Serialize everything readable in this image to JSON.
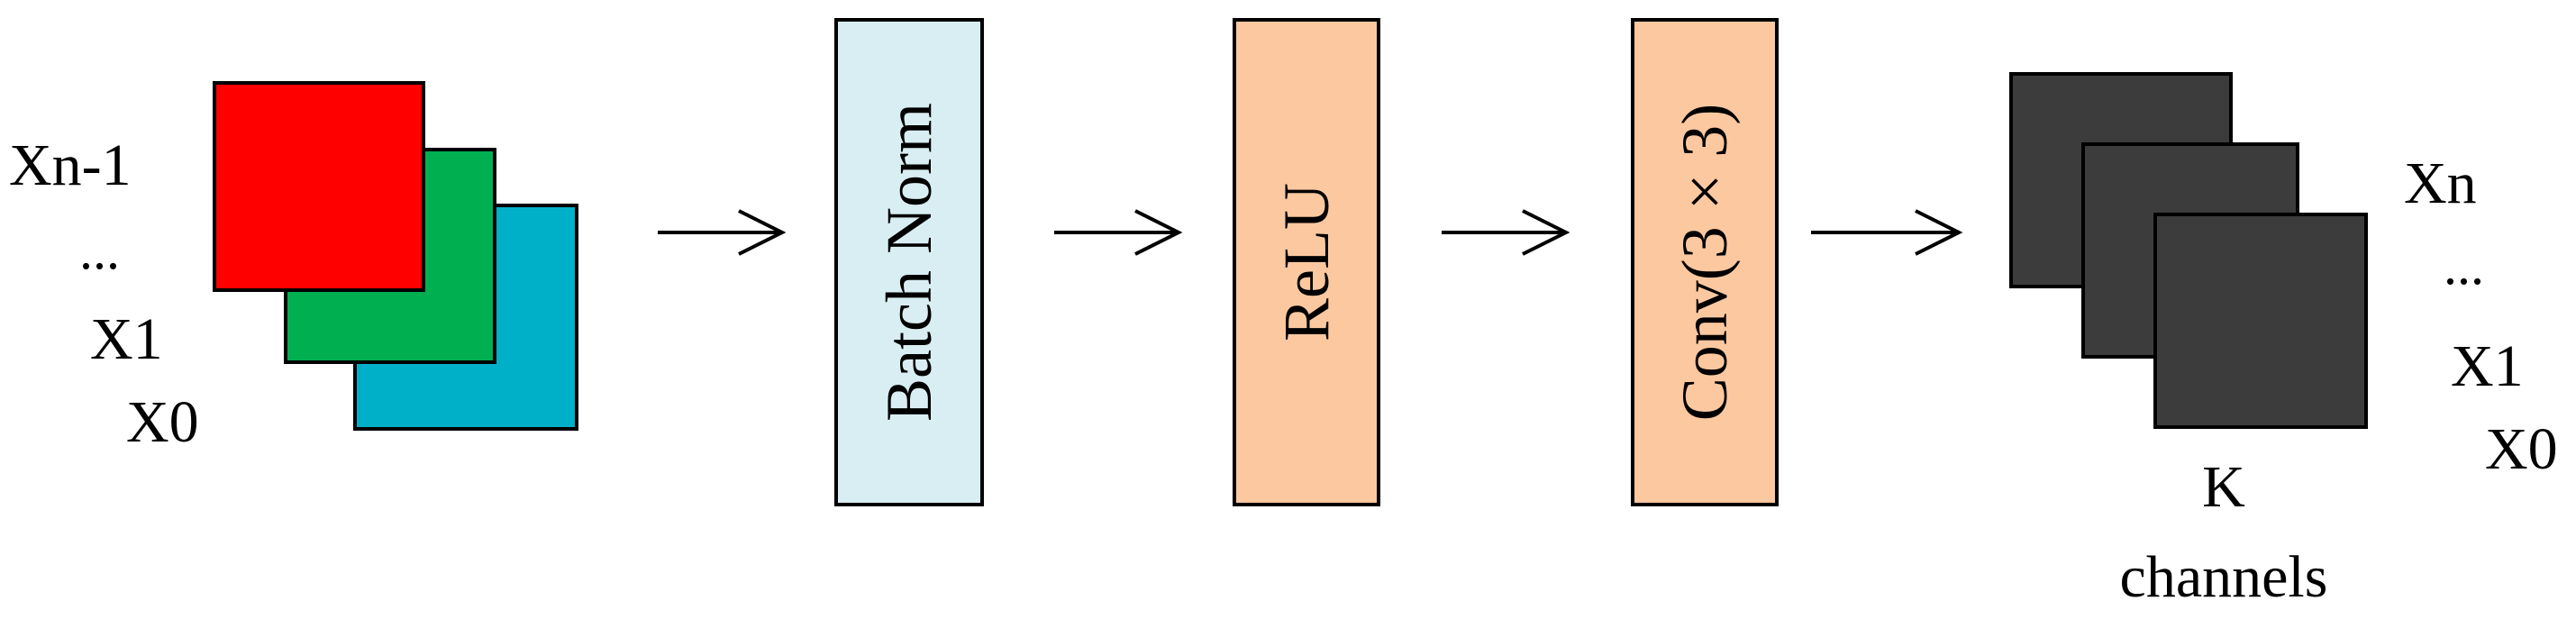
{
  "input": {
    "labels": [
      "Xn-1",
      "...",
      "X1",
      "X0"
    ],
    "square_colors": [
      "#ff0000",
      "#00b050",
      "#00b0c8"
    ]
  },
  "stages": [
    {
      "label": "Batch Norm",
      "color": "#d9eef3"
    },
    {
      "label": "ReLU",
      "color": "#fcc8a0"
    },
    {
      "label": "Conv(3 × 3)",
      "color": "#fcc8a0"
    }
  ],
  "output": {
    "labels": [
      "Xn",
      "...",
      "X1",
      "X0"
    ],
    "square_color": "#3c3c3c",
    "caption_line1": "K",
    "caption_line2": "channels"
  },
  "colors": {
    "stroke": "#000000",
    "background": "#ffffff"
  }
}
